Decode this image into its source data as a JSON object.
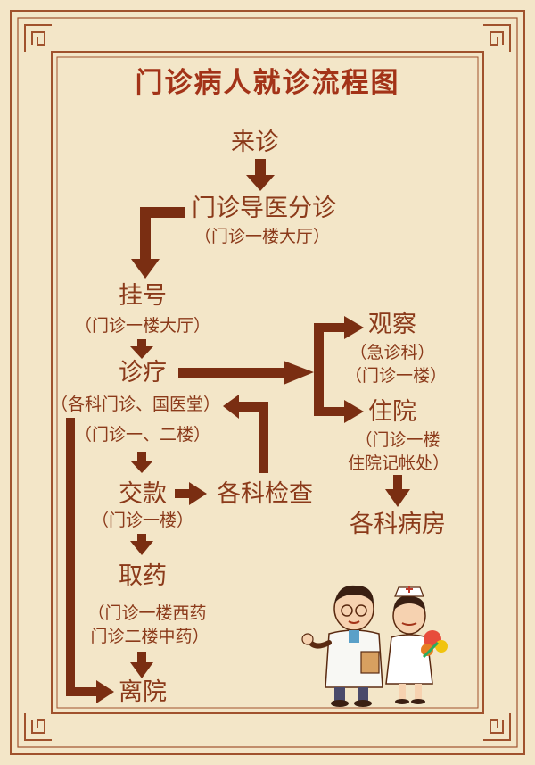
{
  "title": "门诊病人就诊流程图",
  "nodes": {
    "laizhen": "来诊",
    "daoyi": "门诊导医分诊",
    "daoyi_loc": "（门诊一楼大厅）",
    "guahao": "挂号",
    "guahao_loc": "（门诊一楼大厅）",
    "zhenliao": "诊疗",
    "zhenliao_loc1": "（各科门诊、国医堂）",
    "zhenliao_loc2": "（门诊一、二楼）",
    "jiaokuan": "交款",
    "jiaokuan_loc": "（门诊一楼）",
    "jiancha": "各科检查",
    "quyao": "取药",
    "quyao_loc1": "（门诊一楼西药",
    "quyao_loc2": "门诊二楼中药）",
    "liyuan": "离院",
    "guancha": "观察",
    "guancha_loc1": "（急诊科）",
    "guancha_loc2": "（门诊一楼）",
    "zhuyuan": "住院",
    "zhuyuan_loc1": "（门诊一楼",
    "zhuyuan_loc2": "住院记帐处）",
    "bingfang": "各科病房"
  },
  "colors": {
    "background": "#f3e6c8",
    "border": "#a0522d",
    "arrow": "#7a2e12",
    "text": "#8b3a1a"
  }
}
